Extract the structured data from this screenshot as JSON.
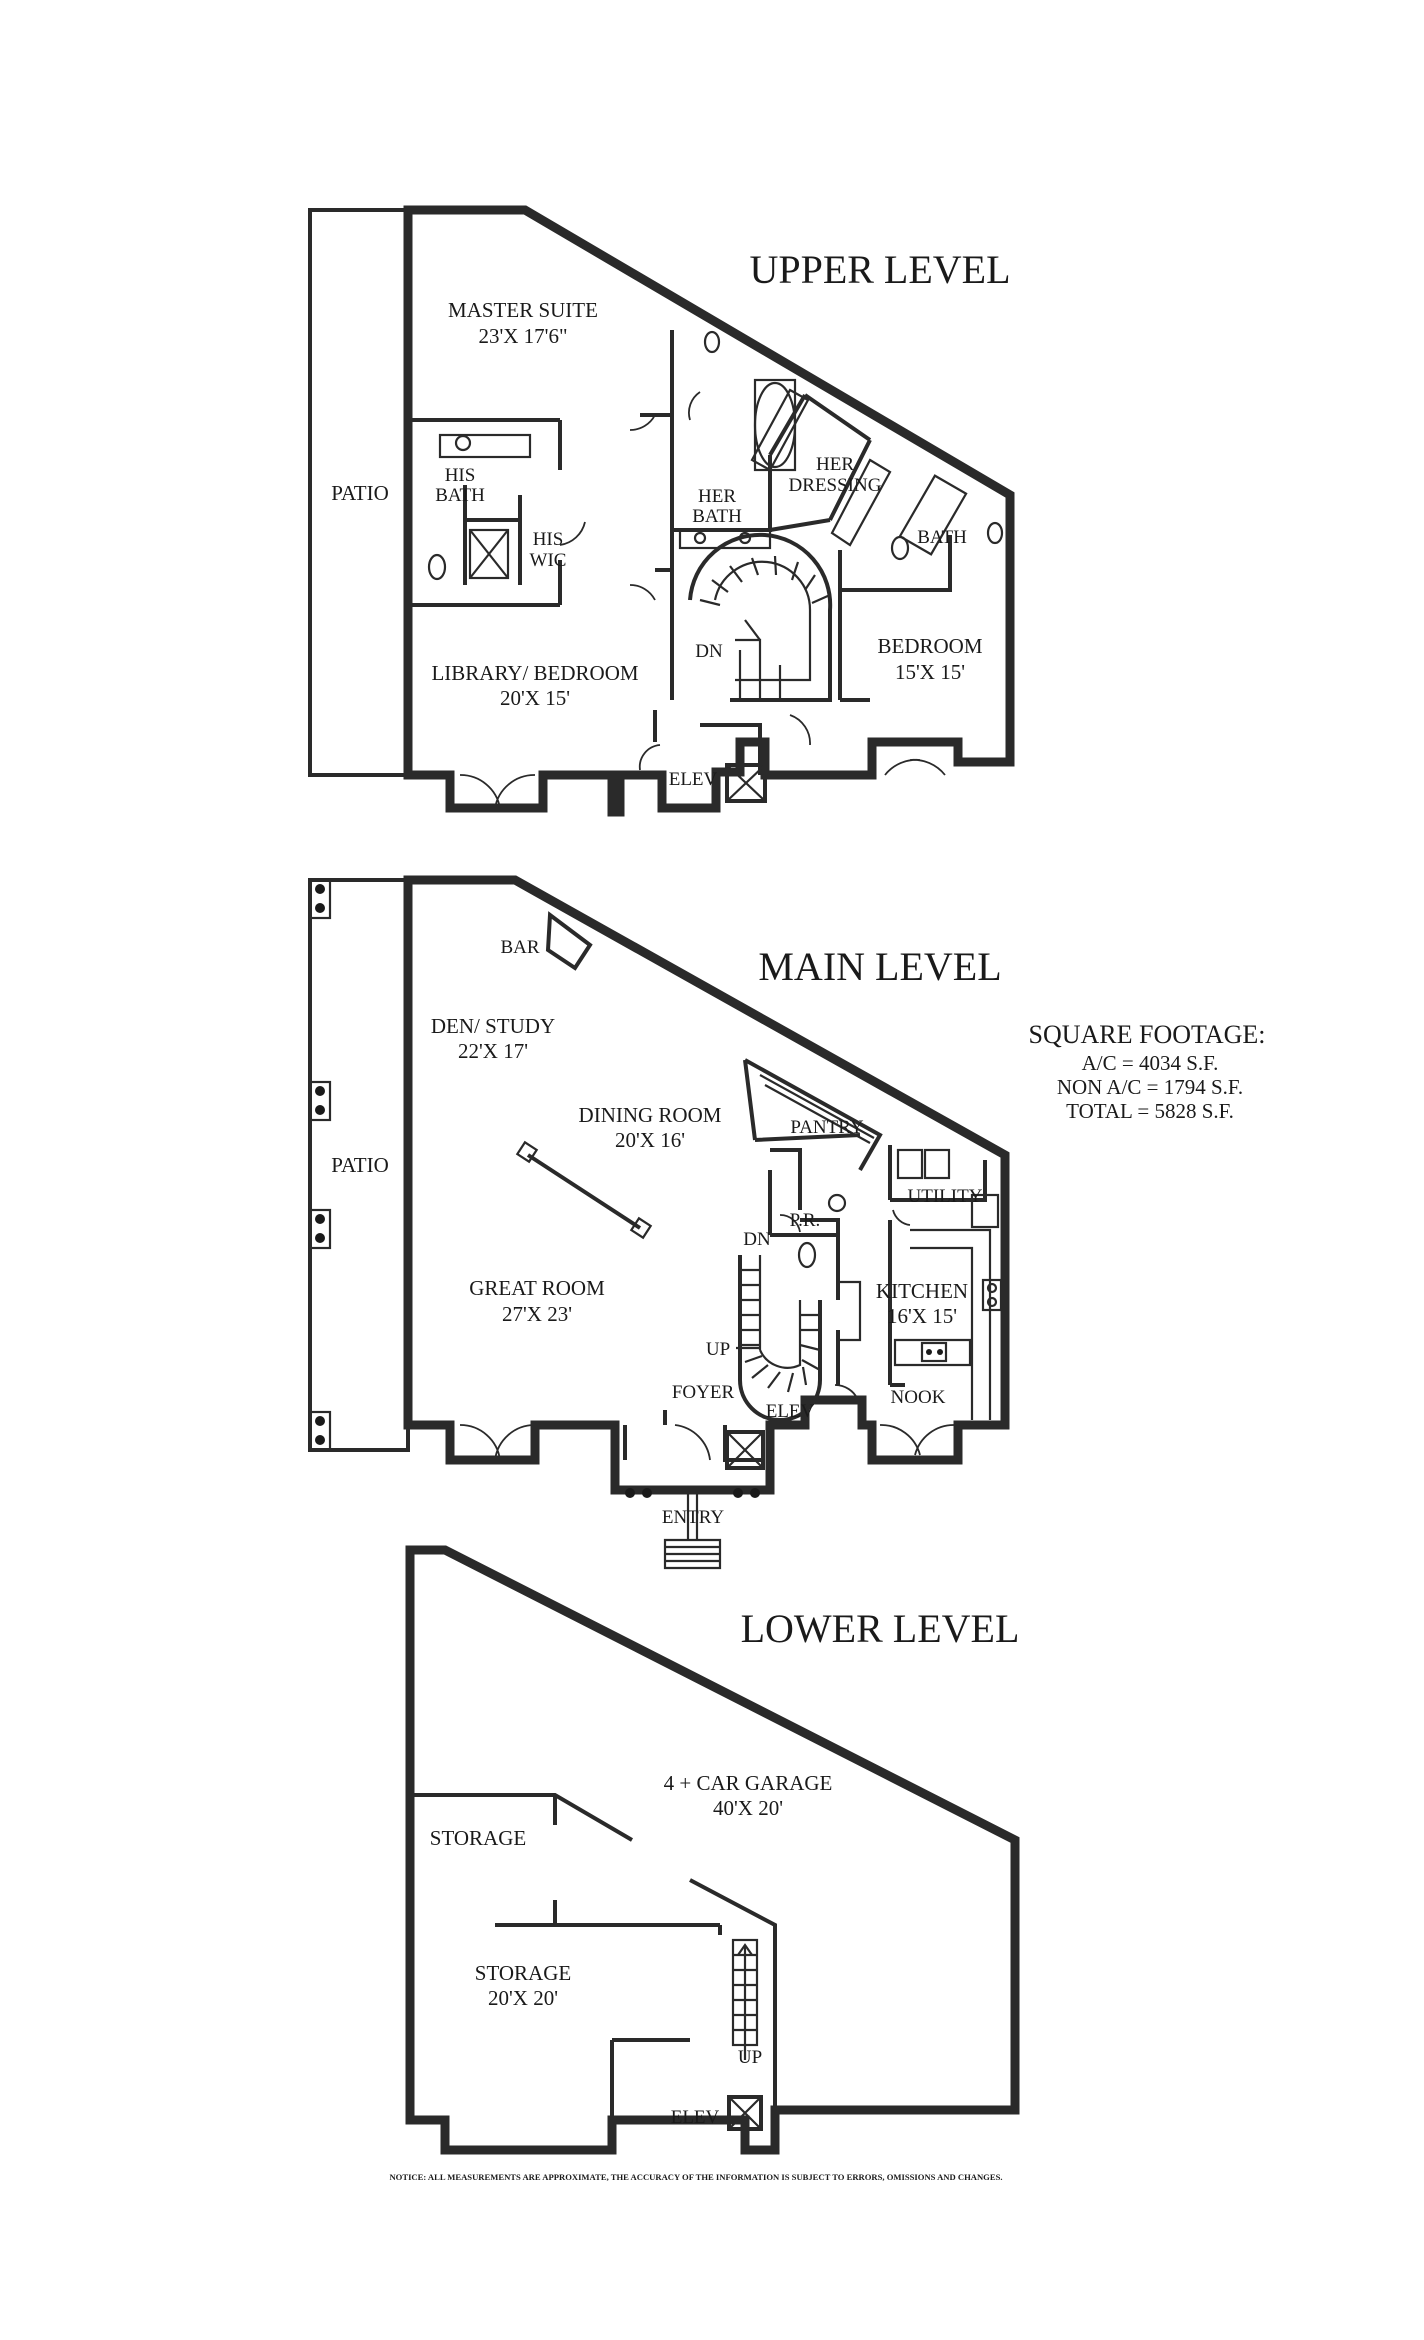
{
  "upper": {
    "title": "UPPER LEVEL",
    "rooms": {
      "master_suite": "MASTER SUITE",
      "master_suite_dim": "23'X 17'6\"",
      "patio": "PATIO",
      "his_bath_1": "HIS",
      "his_bath_2": "BATH",
      "his_wic_1": "HIS",
      "his_wic_2": "WIC",
      "her_bath_1": "HER",
      "her_bath_2": "BATH",
      "her_dressing_1": "HER",
      "her_dressing_2": "DRESSING",
      "bath": "BATH",
      "library": "LIBRARY/ BEDROOM",
      "library_dim": "20'X 15'",
      "bedroom": "BEDROOM",
      "bedroom_dim": "15'X 15'",
      "dn": "DN",
      "elev": "ELEV"
    }
  },
  "main": {
    "title": "MAIN LEVEL",
    "rooms": {
      "bar": "BAR",
      "den": "DEN/ STUDY",
      "den_dim": "22'X 17'",
      "patio": "PATIO",
      "dining": "DINING ROOM",
      "dining_dim": "20'X 16'",
      "pantry": "PANTRY",
      "utility": "UTILITY",
      "pr": "P.R.",
      "dn": "DN",
      "great": "GREAT ROOM",
      "great_dim": "27'X 23'",
      "kitchen": "KITCHEN",
      "kitchen_dim": "16'X 15'",
      "up": "UP",
      "foyer": "FOYER",
      "elev": "ELEV",
      "nook": "NOOK",
      "entry": "ENTRY"
    }
  },
  "square_footage": {
    "title": "SQUARE FOOTAGE:",
    "ac": "A/C = 4034 S.F.",
    "non_ac": "NON A/C = 1794 S.F.",
    "total": "TOTAL = 5828 S.F."
  },
  "lower": {
    "title": "LOWER LEVEL",
    "rooms": {
      "garage": "4 + CAR GARAGE",
      "garage_dim": "40'X 20'",
      "storage_small": "STORAGE",
      "storage": "STORAGE",
      "storage_dim": "20'X 20'",
      "up": "UP",
      "elev": "ELEV"
    }
  },
  "notice": "NOTICE: ALL MEASUREMENTS ARE APPROXIMATE, THE ACCURACY OF THE INFORMATION IS SUBJECT TO ERRORS, OMISSIONS AND CHANGES."
}
